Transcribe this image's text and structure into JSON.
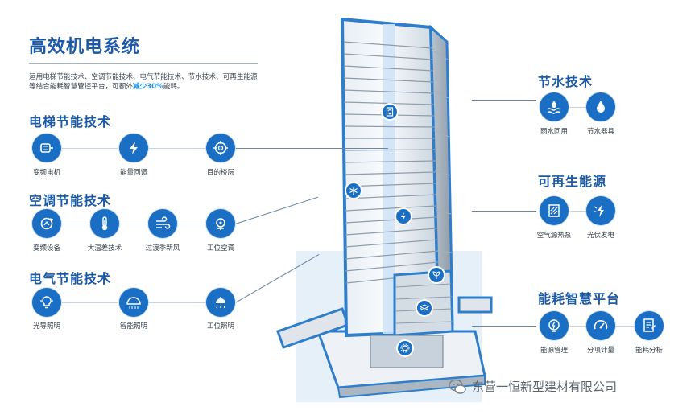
{
  "header": {
    "title": "高效机电系统",
    "intro_line1": "运用电梯节能技术、空调节能技术、电气节能技术、节水技术、可再生能源",
    "intro_line2_a": "等结合能耗智慧管控平台，可额外",
    "intro_line2_hl": "减少30%",
    "intro_line2_b": "能耗。"
  },
  "sections": {
    "elevator": {
      "title": "电梯节能技术",
      "items": [
        {
          "label": "变频电机",
          "icon": "motor-icon"
        },
        {
          "label": "能量回馈",
          "icon": "lightning-icon"
        },
        {
          "label": "目的楼层",
          "icon": "crosshair-icon"
        }
      ]
    },
    "hvac": {
      "title": "空调节能技术",
      "items": [
        {
          "label": "变频设备",
          "icon": "cycle-icon"
        },
        {
          "label": "大温差技术",
          "icon": "thermometer-icon"
        },
        {
          "label": "过渡季新风",
          "icon": "wind-icon"
        },
        {
          "label": "工位空调",
          "icon": "fan-icon"
        }
      ]
    },
    "electrical": {
      "title": "电气节能技术",
      "items": [
        {
          "label": "光导照明",
          "icon": "bulb-icon"
        },
        {
          "label": "智能照明",
          "icon": "smart-light-icon"
        },
        {
          "label": "工位照明",
          "icon": "desk-lamp-icon"
        }
      ]
    },
    "water": {
      "title": "节水技术",
      "items": [
        {
          "label": "雨水回用",
          "icon": "rain-icon"
        },
        {
          "label": "节水器具",
          "icon": "droplet-icon"
        }
      ]
    },
    "renewable": {
      "title": "可再生能源",
      "items": [
        {
          "label": "空气源热泵",
          "icon": "heat-pump-icon"
        },
        {
          "label": "光伏发电",
          "icon": "solar-icon"
        }
      ]
    },
    "platform": {
      "title": "能耗智慧平台",
      "items": [
        {
          "label": "能源管理",
          "icon": "energy-icon"
        },
        {
          "label": "分项计量",
          "icon": "gauge-icon"
        },
        {
          "label": "能耗分析",
          "icon": "report-icon"
        }
      ]
    }
  },
  "watermark": {
    "text": "东营一恒新型建材有限公司"
  },
  "colors": {
    "primary": "#1a6fc4",
    "heading": "#1c5aa6",
    "highlight": "#1f8fe0",
    "building_outline": "#2f7ecb"
  }
}
